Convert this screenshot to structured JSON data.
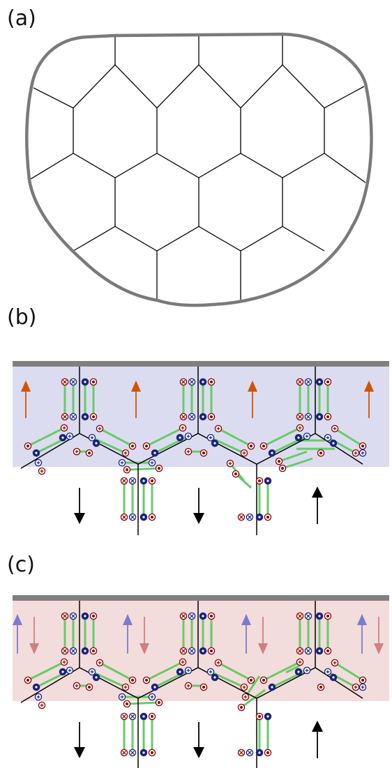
{
  "figure": {
    "panels": [
      {
        "id": "a",
        "label": "(a)"
      },
      {
        "id": "b",
        "label": "(b)"
      },
      {
        "id": "c",
        "label": "(c)"
      }
    ],
    "colors": {
      "outline": "#7a7a7a",
      "edge": "#000000",
      "shade_b": "#dcdcf0",
      "shade_c": "#f3dcdc",
      "bar": "#808080",
      "bond": "#66cc66",
      "node_blue": "#1a237e",
      "node_red": "#8b0000",
      "arrow_orange": "#d35400",
      "arrow_blue": "#7b7bd0",
      "arrow_pink": "#d08080",
      "arrow_black": "#000000"
    },
    "icons": [
      "cross-node",
      "plus-node",
      "dot-node"
    ]
  }
}
